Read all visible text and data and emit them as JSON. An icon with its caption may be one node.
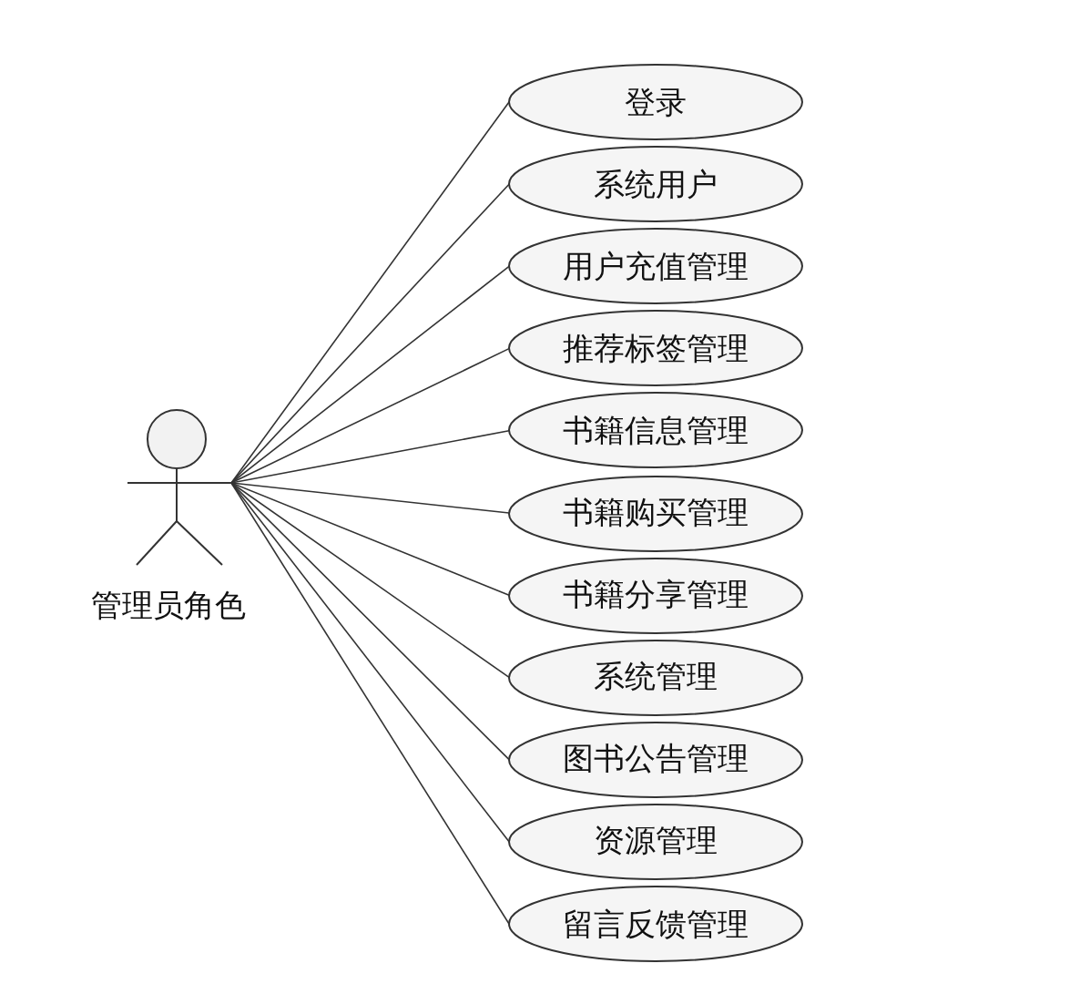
{
  "diagram": {
    "nodes": [
      {
        "text": [
          "管理员角色"
        ]
      },
      {
        "text": [
          "登录"
        ]
      },
      {
        "text": [
          "系统用户"
        ]
      },
      {
        "text": [
          "用户充值管理"
        ]
      },
      {
        "text": [
          "推荐标签管理"
        ]
      },
      {
        "text": [
          "书籍信息管理"
        ]
      },
      {
        "text": [
          "书籍购买管理"
        ]
      },
      {
        "text": [
          "书籍分享管理"
        ]
      },
      {
        "text": [
          "系统管理"
        ]
      },
      {
        "text": [
          "图书公告管理"
        ]
      },
      {
        "text": [
          "资源管理"
        ]
      },
      {
        "text": [
          "留言反馈管理"
        ]
      }
    ],
    "edges": [
      {
        "from": 0,
        "to": 1,
        "arrow": "none"
      },
      {
        "from": 0,
        "to": 2,
        "arrow": "none"
      },
      {
        "from": 0,
        "to": 3,
        "arrow": "none"
      },
      {
        "from": 0,
        "to": 4,
        "arrow": "none"
      },
      {
        "from": 0,
        "to": 5,
        "arrow": "none"
      },
      {
        "from": 0,
        "to": 6,
        "arrow": "none"
      },
      {
        "from": 0,
        "to": 7,
        "arrow": "none"
      },
      {
        "from": 0,
        "to": 8,
        "arrow": "none"
      },
      {
        "from": 0,
        "to": 9,
        "arrow": "none"
      },
      {
        "from": 0,
        "to": 10,
        "arrow": "none"
      },
      {
        "from": 0,
        "to": 11,
        "arrow": "none"
      }
    ]
  }
}
